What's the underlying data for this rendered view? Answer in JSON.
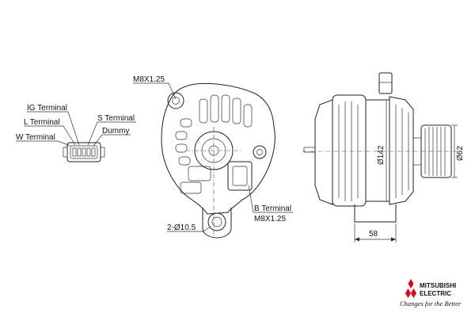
{
  "callouts": {
    "m8_top": "M8X1.25",
    "ig_terminal": "IG Terminal",
    "l_terminal": "L Terminal",
    "s_terminal": "S Terminal",
    "dummy": "Dummy",
    "w_terminal": "W Terminal",
    "b_terminal": "B Terminal",
    "m8_bottom": "M8X1.25",
    "hole": "2-Ø10.5"
  },
  "dimensions": {
    "housing_diameter": "Ø142",
    "pulley_diameter": "Ø62",
    "length": "58"
  },
  "brand": {
    "name_line1": "MITSUBISHI",
    "name_line2": "ELECTRIC",
    "tagline": "Changes for the Better",
    "logo_color": "#e60012"
  }
}
